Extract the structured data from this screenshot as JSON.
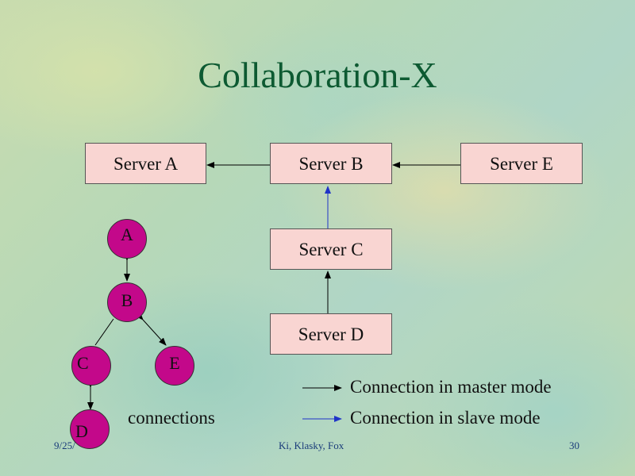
{
  "title": "Collaboration-X",
  "servers": {
    "a": "Server A",
    "b": "Server B",
    "c": "Server C",
    "d": "Server D",
    "e": "Server E"
  },
  "nodes": {
    "a": "A",
    "b": "B",
    "c": "C",
    "d": "D",
    "e": "E"
  },
  "connections_label": "connections",
  "legend": {
    "master": "Connection in master mode",
    "slave": "Connection in slave mode"
  },
  "colors": {
    "master_arrow": "#000000",
    "slave_arrow": "#1f33c8",
    "server_fill": "#f9d5d2",
    "node_fill": "#c3088a",
    "title": "#0d5a32"
  },
  "footer": {
    "date": "9/25/",
    "authors": "Ki, Klasky, Fox",
    "page": "30"
  }
}
